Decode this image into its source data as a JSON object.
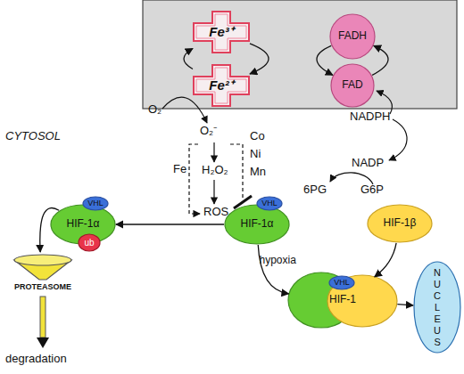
{
  "diagram": {
    "nodes": [
      {
        "text": [
          "Fe³⁺"
        ]
      },
      {
        "text": [
          "FADH"
        ]
      },
      {
        "text": [
          "Fe²⁺"
        ]
      },
      {
        "text": [
          "FAD"
        ]
      },
      {
        "text": [
          "VHL"
        ]
      },
      {
        "text": [
          "VHL"
        ]
      },
      {
        "text": [
          "HIF-1α"
        ]
      },
      {
        "text": [
          "HIF-1α"
        ]
      },
      {
        "text": [
          "HIF-1β"
        ]
      },
      {
        "text": [
          "ub"
        ]
      },
      {
        "text": [
          "PROTEASOME"
        ]
      },
      {
        "text": [
          "HIF-1"
        ]
      },
      {
        "text": [
          "VHL"
        ],
        "in": 11
      },
      {
        "text": [
          "NUCLEUS"
        ]
      }
    ],
    "edges": [
      {
        "from": 0,
        "to": 2,
        "arrow": "to"
      },
      {
        "from": 2,
        "to": 0,
        "arrow": "to"
      },
      {
        "from": 1,
        "to": 3,
        "arrow": "to"
      },
      {
        "from": 3,
        "to": 1,
        "arrow": "to"
      },
      {
        "from": 7,
        "to": 6,
        "arrow": "to"
      },
      {
        "from": 6,
        "to": 10,
        "arrow": "to"
      },
      {
        "from": 7,
        "to": 11,
        "label": "hypoxia",
        "arrow": "to"
      },
      {
        "from": 8,
        "to": 11,
        "arrow": "to"
      },
      {
        "from": 11,
        "to": 13,
        "arrow": "to"
      }
    ],
    "labels": [
      "CYTOSOL",
      "O₂",
      "O₂⁻",
      "Fe",
      "H₂O₂",
      "Co",
      "Ni",
      "Mn",
      "ROS",
      "NADPH",
      "NADP",
      "6PG",
      "G6P",
      "degradation"
    ]
  }
}
